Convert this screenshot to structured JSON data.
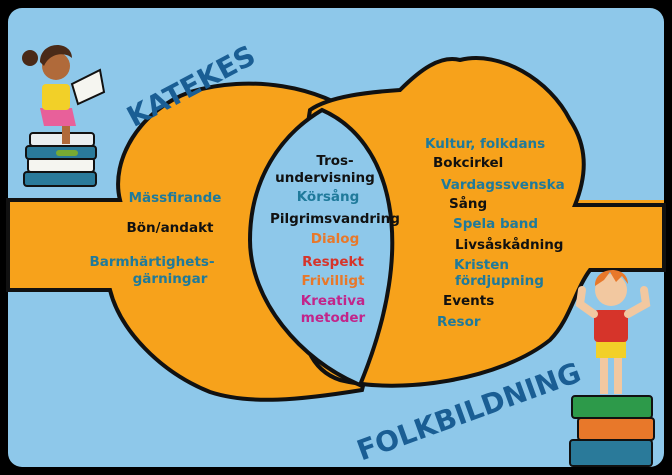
{
  "titles": {
    "top": "KATEKES",
    "bottom": "FOLKBILDNING"
  },
  "left": {
    "items": [
      "Mässfirande",
      "Bön/andakt",
      "Barmhärtighets-",
      "gärningar"
    ]
  },
  "center": {
    "items": [
      "Tros-",
      "undervisning",
      "Körsång",
      "Pilgrimsvandring",
      "Dialog",
      "Respekt",
      "Frivilligt",
      "Kreativa",
      "metoder"
    ]
  },
  "right": {
    "items": [
      "Kultur, folkdans",
      "Bokcirkel",
      "Vardagssvenska",
      "Sång",
      "Spela band",
      "Livsåskådning",
      "Kristen",
      "fördjupning",
      "Events",
      "Resor"
    ]
  },
  "colors": {
    "background": "#8ec8ea",
    "orange": "#f7a21b",
    "outline": "#111111",
    "teal": "#1f7a9b",
    "navy": "#163a5e",
    "dark": "#111111",
    "orange_text": "#e8782a",
    "red": "#d6342a",
    "magenta": "#c2258a"
  }
}
